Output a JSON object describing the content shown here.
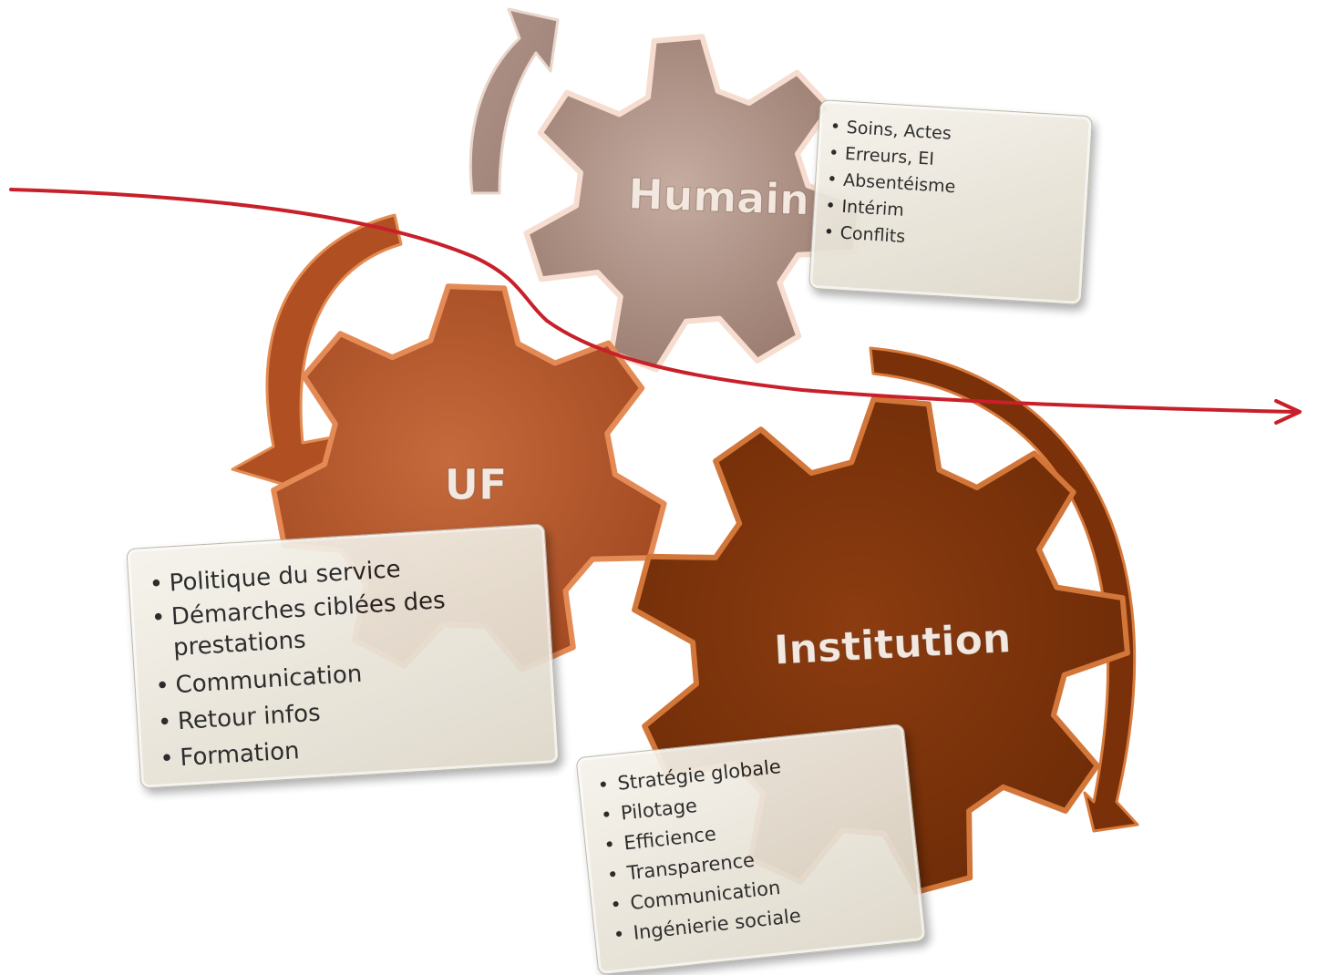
{
  "gears": {
    "humain": {
      "label": "Humain"
    },
    "uf": {
      "label": "UF"
    },
    "institution": {
      "label": "Institution"
    }
  },
  "boxes": {
    "humain": {
      "items": [
        "Soins, Actes",
        "Erreurs, EI",
        "Absentéisme",
        "Intérim",
        "Conflits"
      ]
    },
    "uf": {
      "items": [
        "Politique du service",
        "Démarches ciblées des prestations",
        "Communication",
        "Retour infos",
        "Formation"
      ]
    },
    "institution": {
      "items": [
        "Stratégie globale",
        "Pilotage",
        "Efficience",
        "Transparence",
        "Communication",
        "Ingénierie sociale"
      ]
    }
  },
  "colors": {
    "humain_gear": "#a88a7e",
    "uf_gear": "#b4542a",
    "institution_gear": "#7d3309",
    "trend_line": "#c8202a"
  }
}
